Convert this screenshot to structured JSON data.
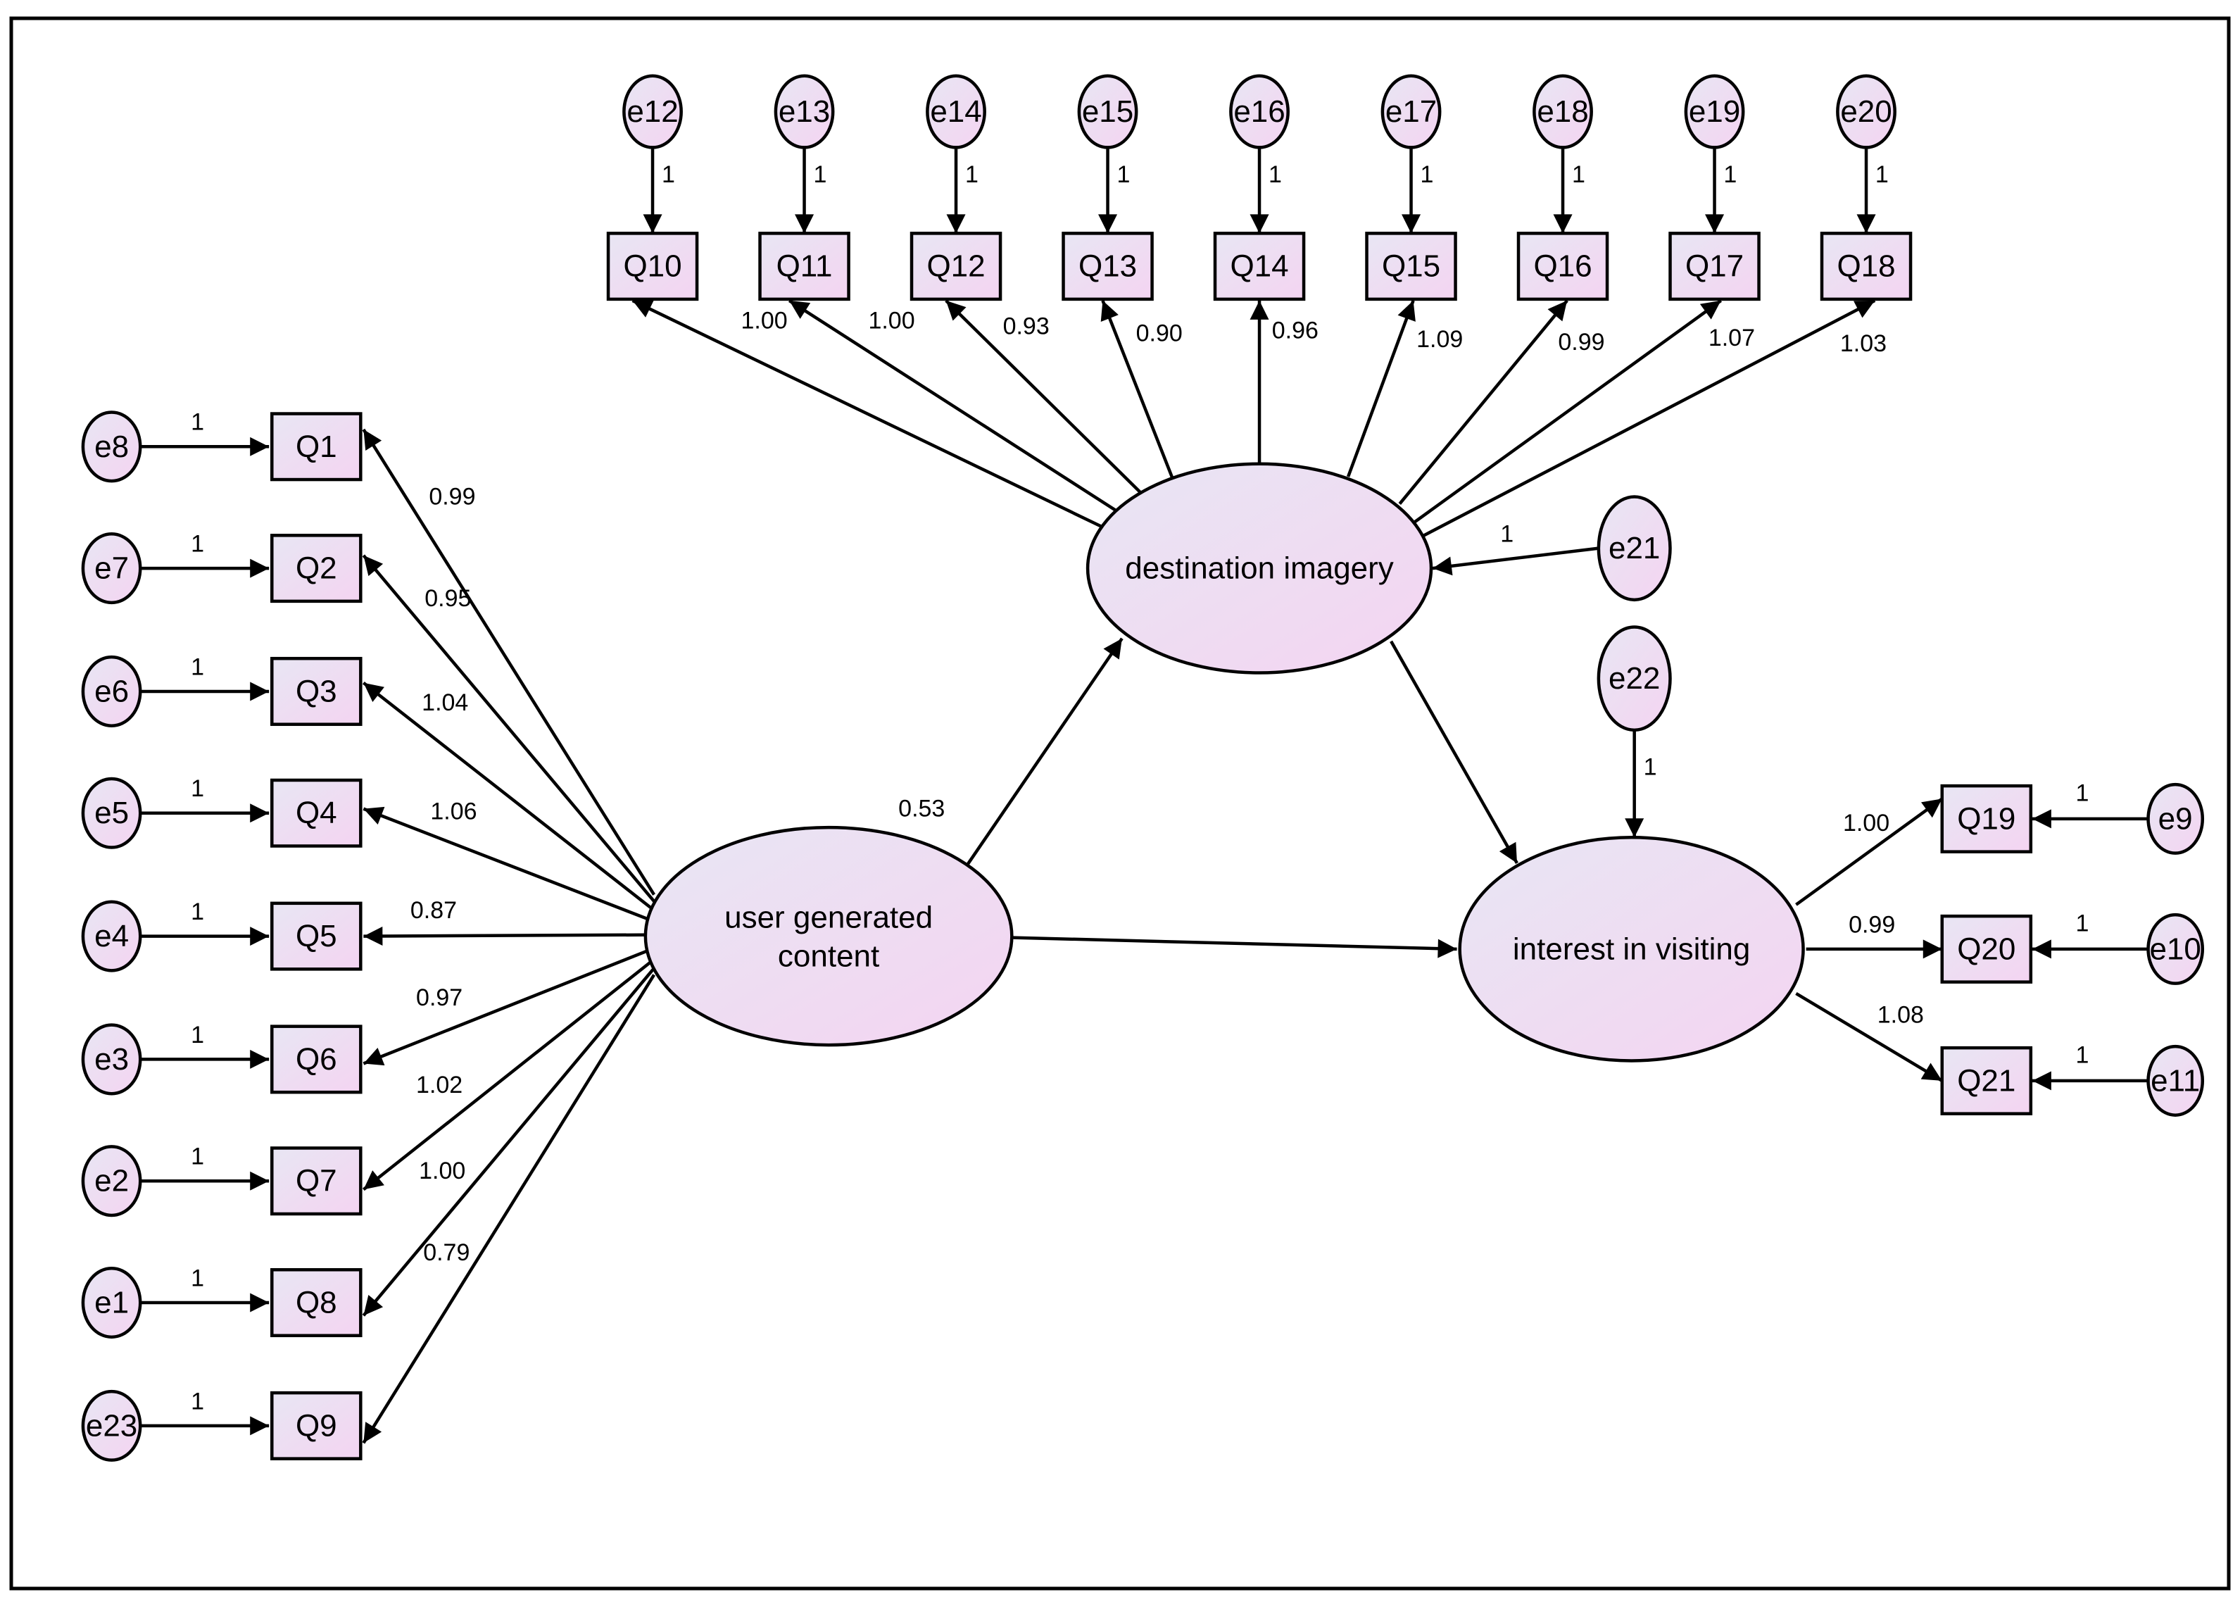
{
  "colors": {
    "fill_light": "#e8e6f3",
    "fill_pink": "#f4d4f2",
    "stroke": "#000000",
    "frame": "#000000"
  },
  "constructs": {
    "ugc": {
      "lines": [
        "user generated",
        "content"
      ]
    },
    "di": {
      "lines": [
        "destination imagery"
      ]
    },
    "iv": {
      "lines": [
        "interest in visiting"
      ]
    }
  },
  "indicators": {
    "left": [
      {
        "name": "Q1",
        "error": "e8",
        "fixed": "1",
        "loading": "0.99"
      },
      {
        "name": "Q2",
        "error": "e7",
        "fixed": "1",
        "loading": "0.95"
      },
      {
        "name": "Q3",
        "error": "e6",
        "fixed": "1",
        "loading": "1.04"
      },
      {
        "name": "Q4",
        "error": "e5",
        "fixed": "1",
        "loading": "1.06"
      },
      {
        "name": "Q5",
        "error": "e4",
        "fixed": "1",
        "loading": "0.87"
      },
      {
        "name": "Q6",
        "error": "e3",
        "fixed": "1",
        "loading": "0.97"
      },
      {
        "name": "Q7",
        "error": "e2",
        "fixed": "1",
        "loading": "1.02"
      },
      {
        "name": "Q8",
        "error": "e1",
        "fixed": "1",
        "loading": "1.00"
      },
      {
        "name": "Q9",
        "error": "e23",
        "fixed": "1",
        "loading": "0.79"
      }
    ],
    "top": [
      {
        "name": "Q10",
        "error": "e12",
        "fixed": "1",
        "loading": "1.00"
      },
      {
        "name": "Q11",
        "error": "e13",
        "fixed": "1",
        "loading": "1.00"
      },
      {
        "name": "Q12",
        "error": "e14",
        "fixed": "1",
        "loading": "0.93"
      },
      {
        "name": "Q13",
        "error": "e15",
        "fixed": "1",
        "loading": "0.90"
      },
      {
        "name": "Q14",
        "error": "e16",
        "fixed": "1",
        "loading": "0.96"
      },
      {
        "name": "Q15",
        "error": "e17",
        "fixed": "1",
        "loading": "1.09"
      },
      {
        "name": "Q16",
        "error": "e18",
        "fixed": "1",
        "loading": "0.99"
      },
      {
        "name": "Q17",
        "error": "e19",
        "fixed": "1",
        "loading": "1.07"
      },
      {
        "name": "Q18",
        "error": "e20",
        "fixed": "1",
        "loading": "1.03"
      }
    ],
    "right": [
      {
        "name": "Q19",
        "error": "e9",
        "fixed": "1",
        "loading": "1.00"
      },
      {
        "name": "Q20",
        "error": "e10",
        "fixed": "1",
        "loading": "0.99"
      },
      {
        "name": "Q21",
        "error": "e11",
        "fixed": "1",
        "loading": "1.08"
      }
    ]
  },
  "structural": {
    "ugc_to_di": "0.53",
    "ugc_to_iv": "",
    "di_to_iv": ""
  },
  "disturbances": {
    "di": {
      "name": "e21",
      "fixed": "1"
    },
    "iv": {
      "name": "e22",
      "fixed": "1"
    }
  }
}
